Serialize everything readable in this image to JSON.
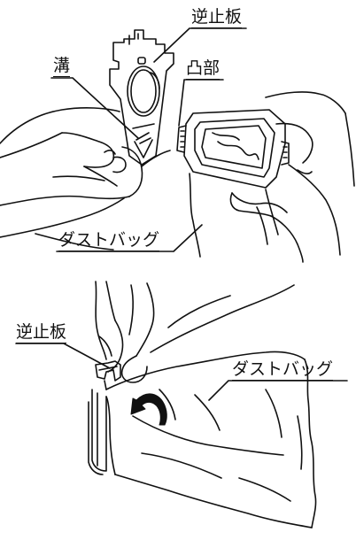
{
  "labels": {
    "top_check_valve": "逆止板",
    "top_groove": "溝",
    "top_protrusion": "凸部",
    "top_dust_bag": "ダストバッグ",
    "bottom_check_valve": "逆止板",
    "bottom_dust_bag": "ダストバッグ"
  },
  "colors": {
    "line": "#111111",
    "background": "#ffffff",
    "arrow": "#111111"
  }
}
